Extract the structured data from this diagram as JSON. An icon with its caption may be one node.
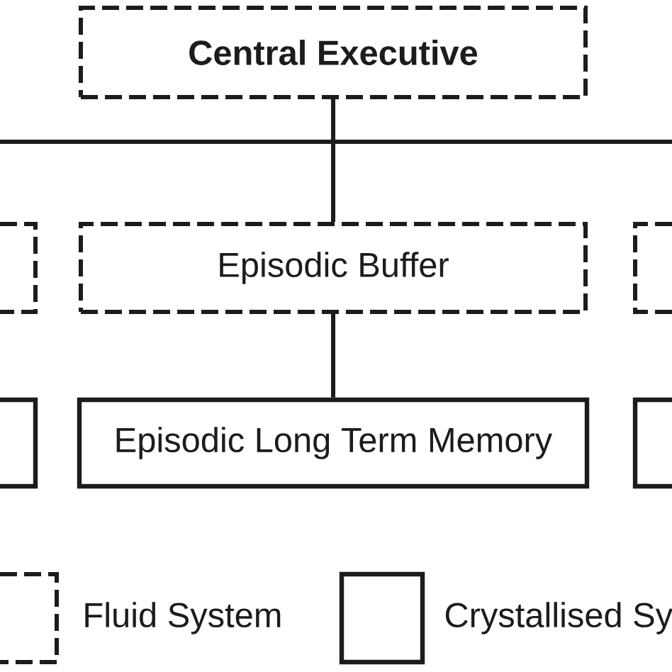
{
  "diagram": {
    "nodes": [
      {
        "text": [
          "Central Executive"
        ]
      },
      {
        "text": [],
        "shape": "box"
      },
      {
        "text": [
          "Episodic Buffer"
        ]
      },
      {
        "text": [],
        "shape": "box"
      },
      {
        "text": [],
        "shape": "box"
      },
      {
        "text": [
          "Episodic Long Term Memory"
        ]
      },
      {
        "text": [],
        "shape": "box"
      }
    ],
    "edges": [
      {
        "from": 0,
        "to": 2,
        "arrow": "none"
      },
      {
        "from": 0,
        "to": null,
        "arrow": "none"
      },
      {
        "from": 0,
        "to": null,
        "arrow": "none"
      },
      {
        "from": 2,
        "to": 5,
        "arrow": "none"
      }
    ],
    "legend": [
      {
        "text": "Fluid System"
      },
      {
        "text": "Crystallised Sy"
      }
    ]
  }
}
